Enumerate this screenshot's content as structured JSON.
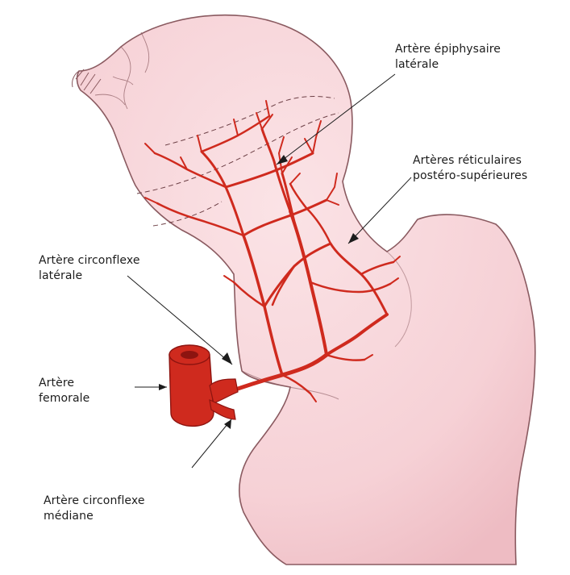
{
  "colors": {
    "bone_fill": "#f7d5d9",
    "bone_outline": "#8a5a60",
    "artery": "#cf2a1e",
    "artery_dark": "#8d1410",
    "leader": "#1c1c1c"
  },
  "labels": {
    "epiphysaire": [
      "Artère épiphysaire",
      "latérale"
    ],
    "reticulaires": [
      "Artères réticulaires",
      "postéro-supérieures"
    ],
    "circonflexe_laterale": [
      "Artère circonflexe",
      "latérale"
    ],
    "femorale": [
      "Artère",
      "femorale"
    ],
    "circonflexe_mediane": [
      "Artère circonflexe",
      "médiane"
    ]
  }
}
